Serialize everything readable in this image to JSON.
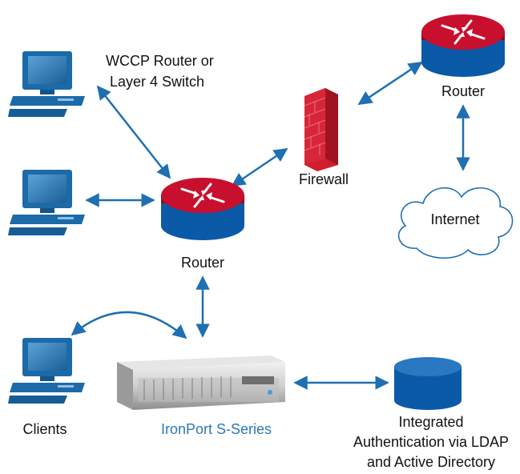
{
  "labels": {
    "wccp_line1": "WCCP Router or",
    "wccp_line2": "Layer 4 Switch",
    "router_center": "Router",
    "router_top": "Router",
    "firewall": "Firewall",
    "internet": "Internet",
    "clients": "Clients",
    "ironport": "IronPort S-Series",
    "auth_line1": "Integrated",
    "auth_line2": "Authentication via LDAP",
    "auth_line3": "and Active Directory"
  },
  "colors": {
    "router_red": "#c8102e",
    "router_blue": "#0a5aa8",
    "arrow_blue": "#1f6fb2",
    "ironport_text": "#2a7ab8",
    "computer_blue": "#1c6aa8",
    "db_blue": "#0a5aa8"
  },
  "icons": {
    "computers": [
      "computer-icon",
      "computer-icon",
      "computer-icon"
    ],
    "routers": [
      "router-icon",
      "router-icon"
    ],
    "firewall": "firewall-icon",
    "cloud": "cloud-icon",
    "appliance": "appliance-icon",
    "database": "database-icon"
  }
}
